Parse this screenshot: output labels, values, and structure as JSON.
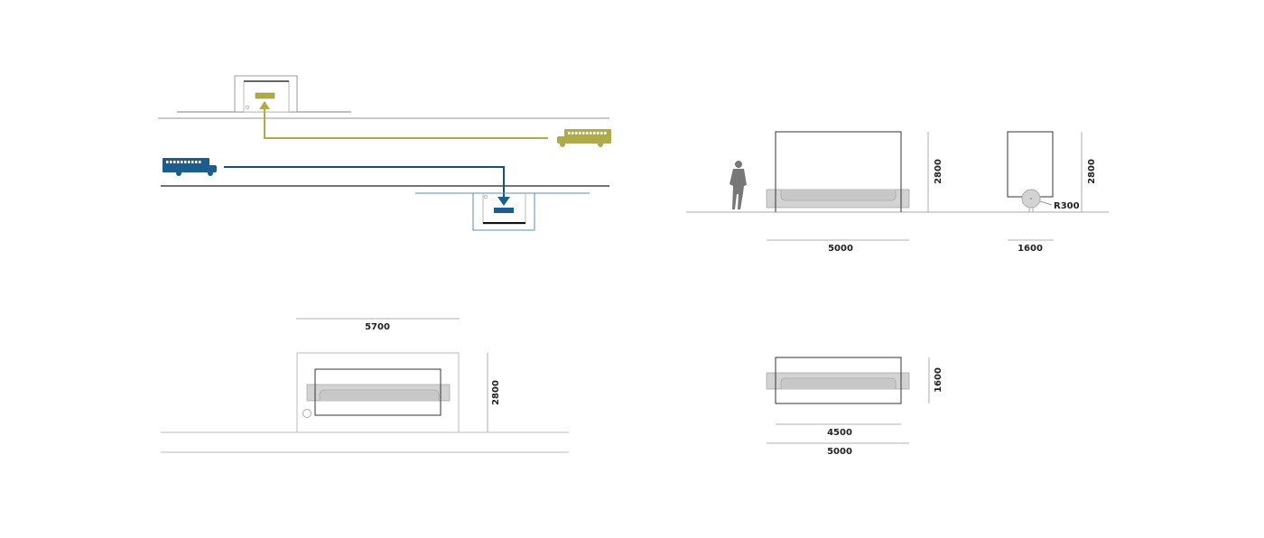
{
  "colors": {
    "gold": "#b0ab4a",
    "blue": "#1a5e8f",
    "darkblue": "#164e80",
    "gray": "#d3d3d3"
  },
  "icons": [
    "bus-icon",
    "person-silhouette-icon",
    "arrow-up-icon",
    "arrow-down-icon"
  ],
  "side_elevation": {
    "height_label": "2800",
    "width_label": "5000"
  },
  "end_elevation": {
    "height_label": "2800",
    "width_label": "1600",
    "radius_label": "R300"
  },
  "front_view": {
    "width_label": "5700",
    "height_label": "2800"
  },
  "plan_view": {
    "depth_label": "1600",
    "inner_width_label": "4500",
    "outer_width_label": "5000"
  }
}
